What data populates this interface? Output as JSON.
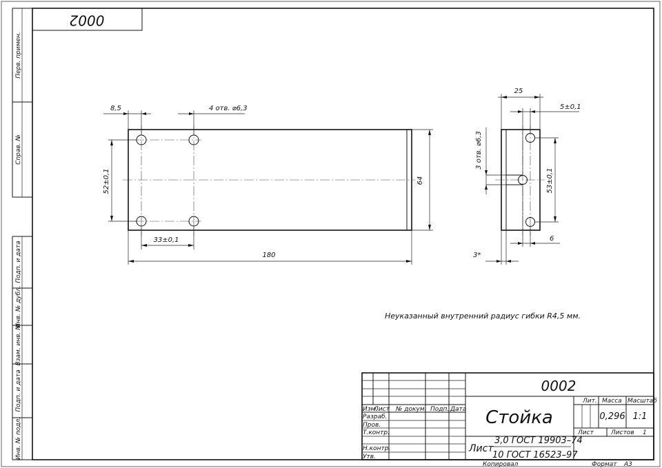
{
  "sheet": {
    "corner_code": "0002",
    "side_fields": [
      "Перв. примен.",
      "Справ. №",
      "Подп. и дата",
      "Инв. № дубл.",
      "Взам. инв. №",
      "Подп. и дата",
      "Инв. № подл."
    ]
  },
  "front_view": {
    "dim_hole_offset": "8,5",
    "dim_holes_note": "4 отв. ⌀6,3",
    "dim_vertical_spacing": "52±0,1",
    "dim_horizontal_spacing": "33±0,1",
    "dim_height": "64",
    "dim_length": "180"
  },
  "side_view": {
    "dim_width": "25",
    "dim_hole_pos": "5±0,1",
    "dim_holes_note": "3 отв. ⌀6,3",
    "dim_vertical_spacing": "53±0,1",
    "dim_thickness": "6",
    "dim_flange": "3*"
  },
  "note": "Неуказанный внутренний радиус гибки R4,5 мм.",
  "title_block": {
    "designation": "0002",
    "name": "Стойка",
    "material_line1": "3,0 ГОСТ 19903–74",
    "material_line2": "10 ГОСТ 16523–97",
    "material_prefix": "Лист",
    "col_headers": [
      "Изм.",
      "Лист",
      "№ докум.",
      "Подп.",
      "Дата"
    ],
    "row_labels": [
      "Разраб.",
      "Пров.",
      "Т.контр.",
      "",
      "Н.контр.",
      "Утв."
    ],
    "lit_label": "Лит.",
    "mass_label": "Масса",
    "scale_label": "Масштаб",
    "mass_value": "0,296",
    "scale_value": "1:1",
    "sheet_label": "Лист",
    "sheets_label": "Листов",
    "sheets_value": "1",
    "copied_label": "Копировал",
    "format_label": "Формат",
    "format_value": "А3"
  }
}
